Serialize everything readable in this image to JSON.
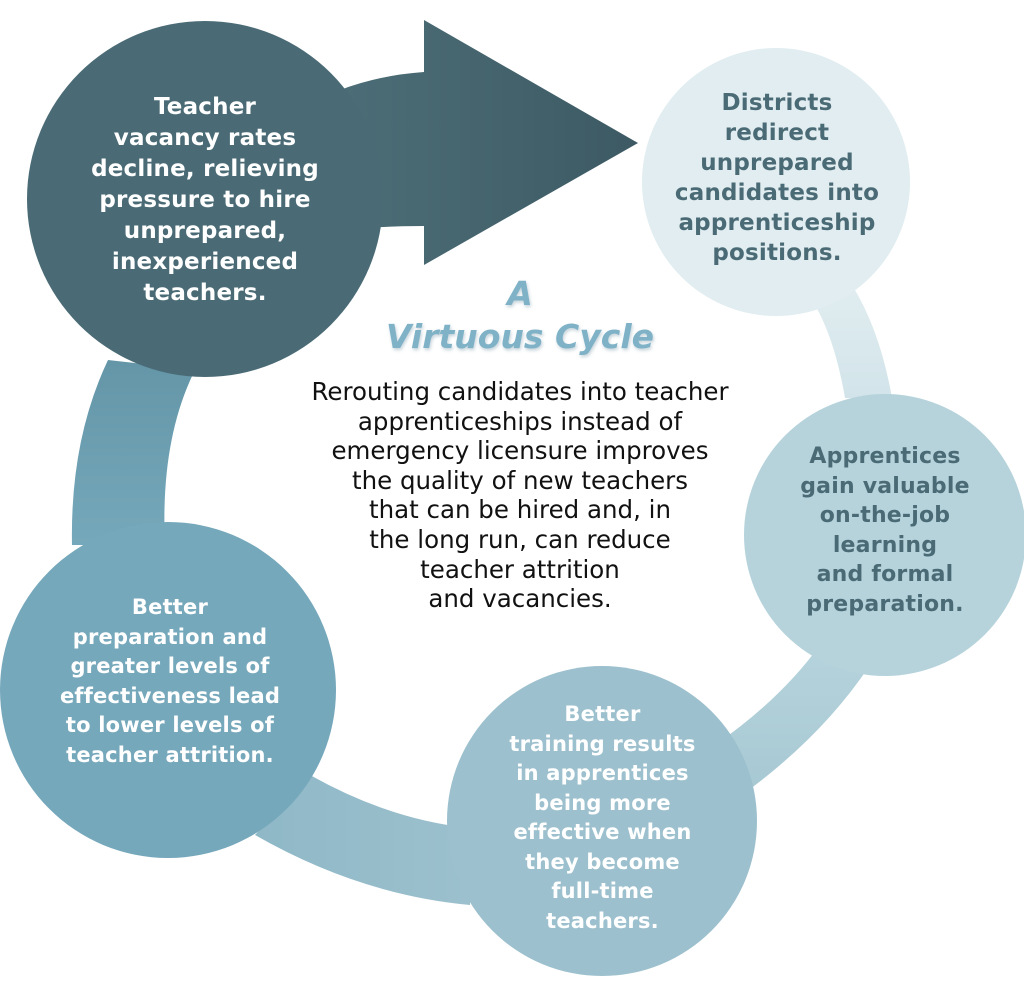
{
  "title": {
    "line1": "A",
    "line2": "Virtuous Cycle"
  },
  "summary": "Rerouting candidates into teacher\napprenticeships instead of\nemergency licensure improves\nthe quality of new teachers\nthat can be hired and, in\nthe long run, can reduce\nteacher attrition\nand vacancies.",
  "cycle_steps": [
    {
      "text": "Teacher\nvacancy rates\ndecline, relieving\npressure to hire\nunprepared,\ninexperienced\nteachers.",
      "fill": "#4a6b75",
      "text_color": "#ffffff"
    },
    {
      "text": "Districts\nredirect\nunprepared\ncandidates into\napprenticeship\npositions.",
      "fill": "#e1edf0",
      "text_color": "#4a6b75"
    },
    {
      "text": "Apprentices\ngain valuable\non-the-job\nlearning\nand formal\npreparation.",
      "fill": "#b6d3dc",
      "text_color": "#4a6b75"
    },
    {
      "text": "Better\ntraining results\nin apprentices\nbeing more\neffective when\nthey become\nfull-time\nteachers.",
      "fill": "#9cc0cd",
      "text_color": "#ffffff"
    },
    {
      "text": "Better\npreparation and\ngreater levels of\neffectiveness lead\nto lower levels of\nteacher attrition.",
      "fill": "#76a8bb",
      "text_color": "#ffffff"
    }
  ],
  "colors": {
    "title": "#7fb2c7",
    "arrow_start": "#4c6d77",
    "arrow_end": "#3d5a64",
    "summary_text": "#111111"
  }
}
